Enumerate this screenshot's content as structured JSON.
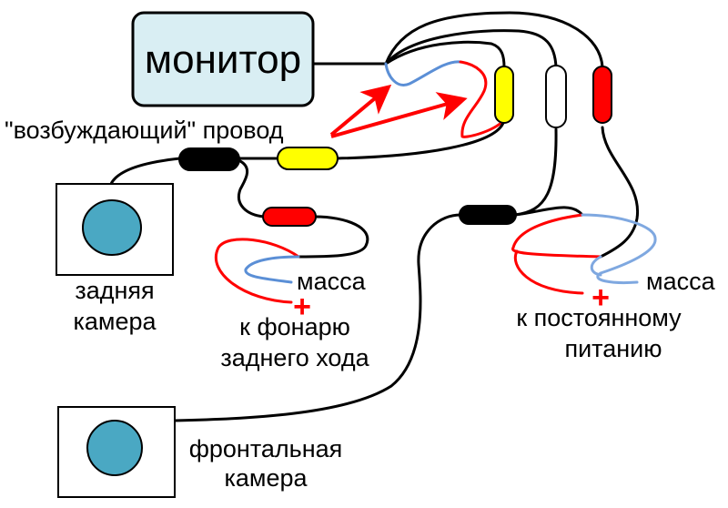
{
  "labels": {
    "monitor": "монитор",
    "trigger_wire": "\"возбуждающий\" провод",
    "rear_camera_line1": "задняя",
    "rear_camera_line2": "камера",
    "front_camera_line1": "фронтальная",
    "front_camera_line2": "камера",
    "ground_left": "масса",
    "ground_right": "масса",
    "reverse_light_line1": "к фонарю",
    "reverse_light_line2": "заднего хода",
    "constant_power_line1": "к постоянному",
    "constant_power_line2": "питанию",
    "plus_left": "+",
    "plus_right": "+"
  },
  "colors": {
    "monitor_fill": "#d9eef3",
    "camera_lens": "#4aa8c3",
    "connector_black": "#000000",
    "connector_yellow": "#ffff00",
    "connector_red": "#ff0000",
    "connector_white": "#ffffff",
    "wire_red": "#ff0000",
    "wire_blue": "#5b8fd6",
    "arrow": "#ff0000"
  },
  "components": [
    {
      "id": "monitor",
      "type": "box"
    },
    {
      "id": "rear-camera",
      "type": "camera"
    },
    {
      "id": "front-camera",
      "type": "camera"
    },
    {
      "id": "connector-black-rear",
      "color": "black"
    },
    {
      "id": "connector-yellow-trigger",
      "color": "yellow"
    },
    {
      "id": "connector-red-rear-power",
      "color": "red"
    },
    {
      "id": "connector-black-front",
      "color": "black"
    },
    {
      "id": "connector-yellow-monitor",
      "color": "yellow"
    },
    {
      "id": "connector-white-monitor",
      "color": "white"
    },
    {
      "id": "connector-red-monitor",
      "color": "red"
    }
  ]
}
